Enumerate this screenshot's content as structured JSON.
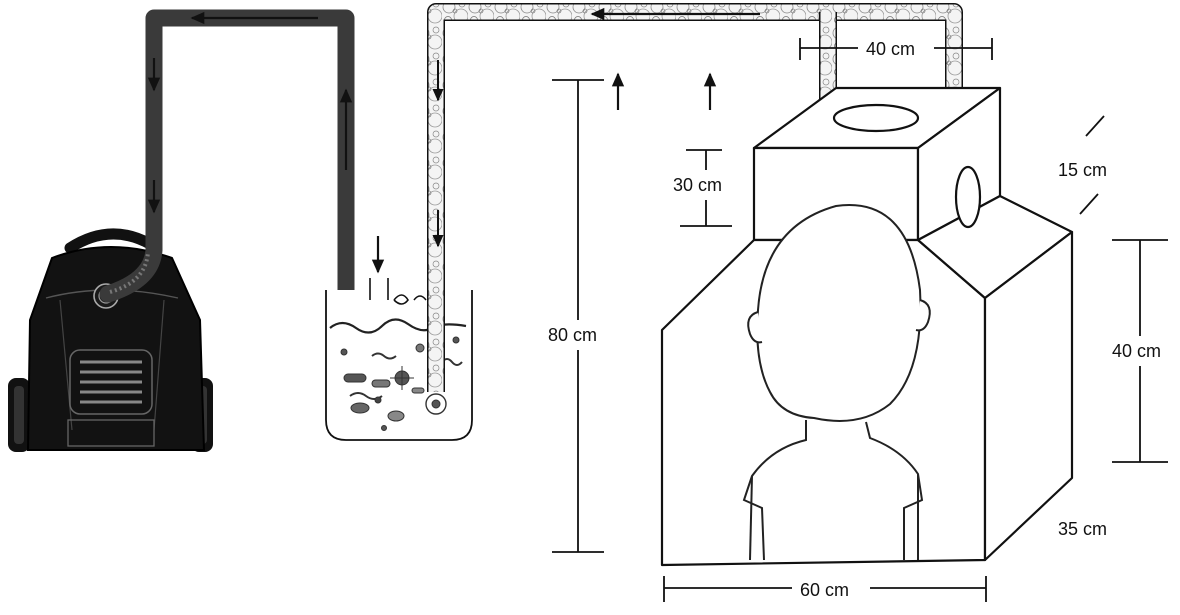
{
  "dimensions": {
    "hose_spacing": "40 cm",
    "top_opening": "30 cm",
    "side_depth_top": "15 cm",
    "total_height": "80 cm",
    "side_height": "40 cm",
    "depth": "35 cm",
    "width": "60 cm"
  },
  "colors": {
    "ink": "#111111",
    "vacuum_body": "#121212",
    "dark_hose": "#3a3a3a",
    "bubble_hose": "#f2f2f2",
    "background": "#ffffff"
  },
  "icons": {
    "vacuum": "vacuum-cleaner-icon",
    "container": "culture-flask-icon",
    "microbes": "microbes-icon",
    "figure": "person-silhouette-icon"
  }
}
